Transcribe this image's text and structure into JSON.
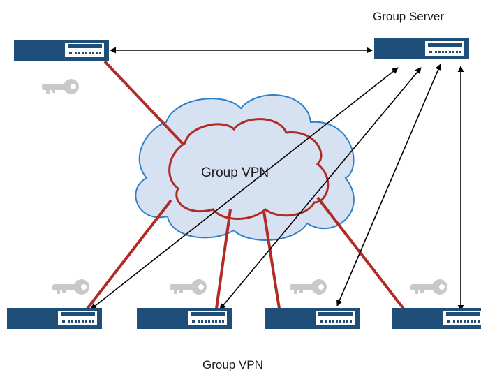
{
  "labels": {
    "group_server": "Group Server",
    "cloud": "Group VPN",
    "caption": "Group VPN"
  },
  "colors": {
    "device_body": "#1f4e79",
    "device_panel": "#ffffff",
    "cloud_fill": "#d6e1f2",
    "cloud_stroke": "#2f80c8",
    "tunnel_red": "#b22a24",
    "key_gray": "#c9c9c9",
    "arrow_black": "#000000"
  },
  "icons": [
    "vpn-device-icon",
    "key-icon",
    "cloud-icon",
    "double-arrow-icon"
  ]
}
